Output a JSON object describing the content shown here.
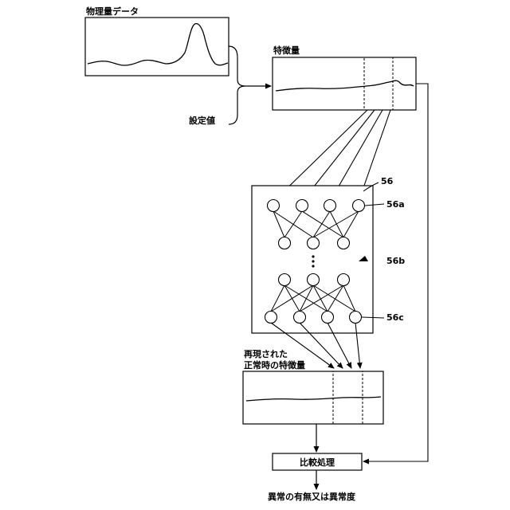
{
  "labels": {
    "physical_data": "物理量データ",
    "feature": "特徴量",
    "setting_value": "設定値",
    "reproduced_line1": "再現された",
    "reproduced_line2": "正常時の特徴量",
    "comparison": "比較処理",
    "result": "異常の有無又は異常度"
  },
  "refs": {
    "network": "56",
    "input_layer": "56a",
    "hidden": "56b",
    "output_layer": "56c"
  },
  "colors": {
    "line": "#000000",
    "background": "#ffffff"
  }
}
